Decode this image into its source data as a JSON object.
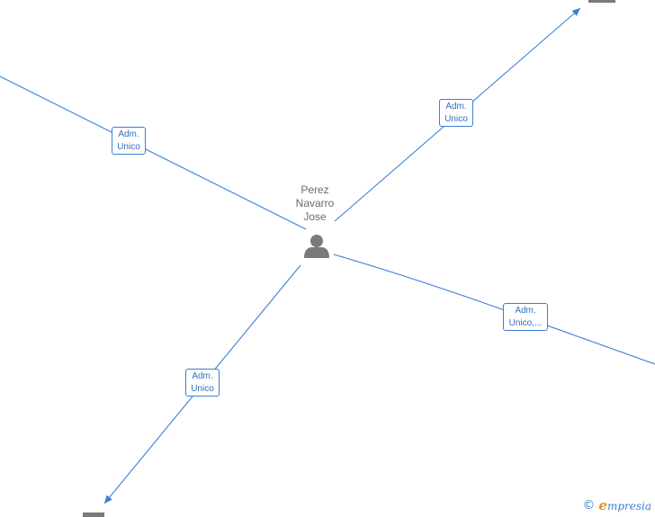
{
  "center_person": {
    "name_lines": [
      "Perez",
      "Navarro",
      "Jose"
    ],
    "icon": "person-icon"
  },
  "relations": [
    {
      "label_lines": [
        "Adm.",
        "Unico"
      ]
    },
    {
      "label_lines": [
        "Adm.",
        "Unico"
      ]
    },
    {
      "label_lines": [
        "Adm.",
        "Unico,..."
      ]
    },
    {
      "label_lines": [
        "Adm.",
        "Unico"
      ]
    }
  ],
  "watermark": {
    "symbol": "©",
    "brand_initial": "e",
    "brand_rest": "mpresia",
    "colors": {
      "brand": "#3b7fd4",
      "accent": "#f08a24"
    }
  },
  "colors": {
    "edge": "#3b7fd4",
    "node_icon": "#7a7a7a",
    "text": "#6b6b6b"
  }
}
